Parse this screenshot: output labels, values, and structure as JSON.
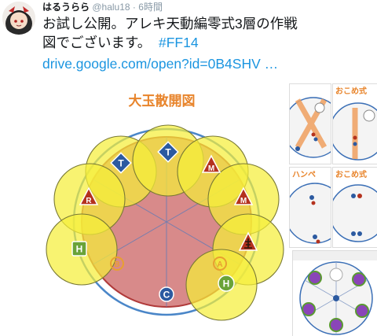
{
  "tweet": {
    "author_name": "はるうらら",
    "handle": "@halu18",
    "separator": "·",
    "time": "6時間",
    "text_line1": "お試し公開。アレキ天動編零式3層の作戦",
    "text_line2": "図でございます。",
    "hashtag": "#FF14",
    "link": "drive.google.com/open?id=0B4SHV …"
  },
  "figure": {
    "title": "大玉散開図",
    "markers": [
      {
        "label": "T",
        "shape": "diamond",
        "color": "#2c5aa0"
      },
      {
        "label": "T",
        "shape": "diamond",
        "color": "#2c5aa0"
      },
      {
        "label": "M",
        "shape": "triangle",
        "color": "#b4321e"
      },
      {
        "label": "M",
        "shape": "triangle",
        "color": "#b4321e"
      },
      {
        "label": "R",
        "shape": "triangle",
        "color": "#b4321e"
      },
      {
        "label": "H",
        "shape": "square",
        "color": "#6aa338"
      },
      {
        "label": "H",
        "shape": "circle",
        "color": "#6aa338"
      },
      {
        "label": "C",
        "shape": "circle",
        "color": "#2c5aa0"
      },
      {
        "label": "A",
        "shape": "circle",
        "color": "#e8a030"
      },
      {
        "label": "B",
        "shape": "circle",
        "color": "#e8a030"
      }
    ],
    "colors": {
      "title": "#e8842b",
      "arena_fill": "#d88a8a",
      "arena_edge": "#b03a3a",
      "outer_ring": "#4a86c8",
      "aoe_fill": "#f5ee3a",
      "aoe_edge": "#7a7a35"
    }
  },
  "side_panels": {
    "panel1_title": "おこめ式",
    "panel2_title": "おこめ式",
    "panel3_title": "ハンペ"
  }
}
